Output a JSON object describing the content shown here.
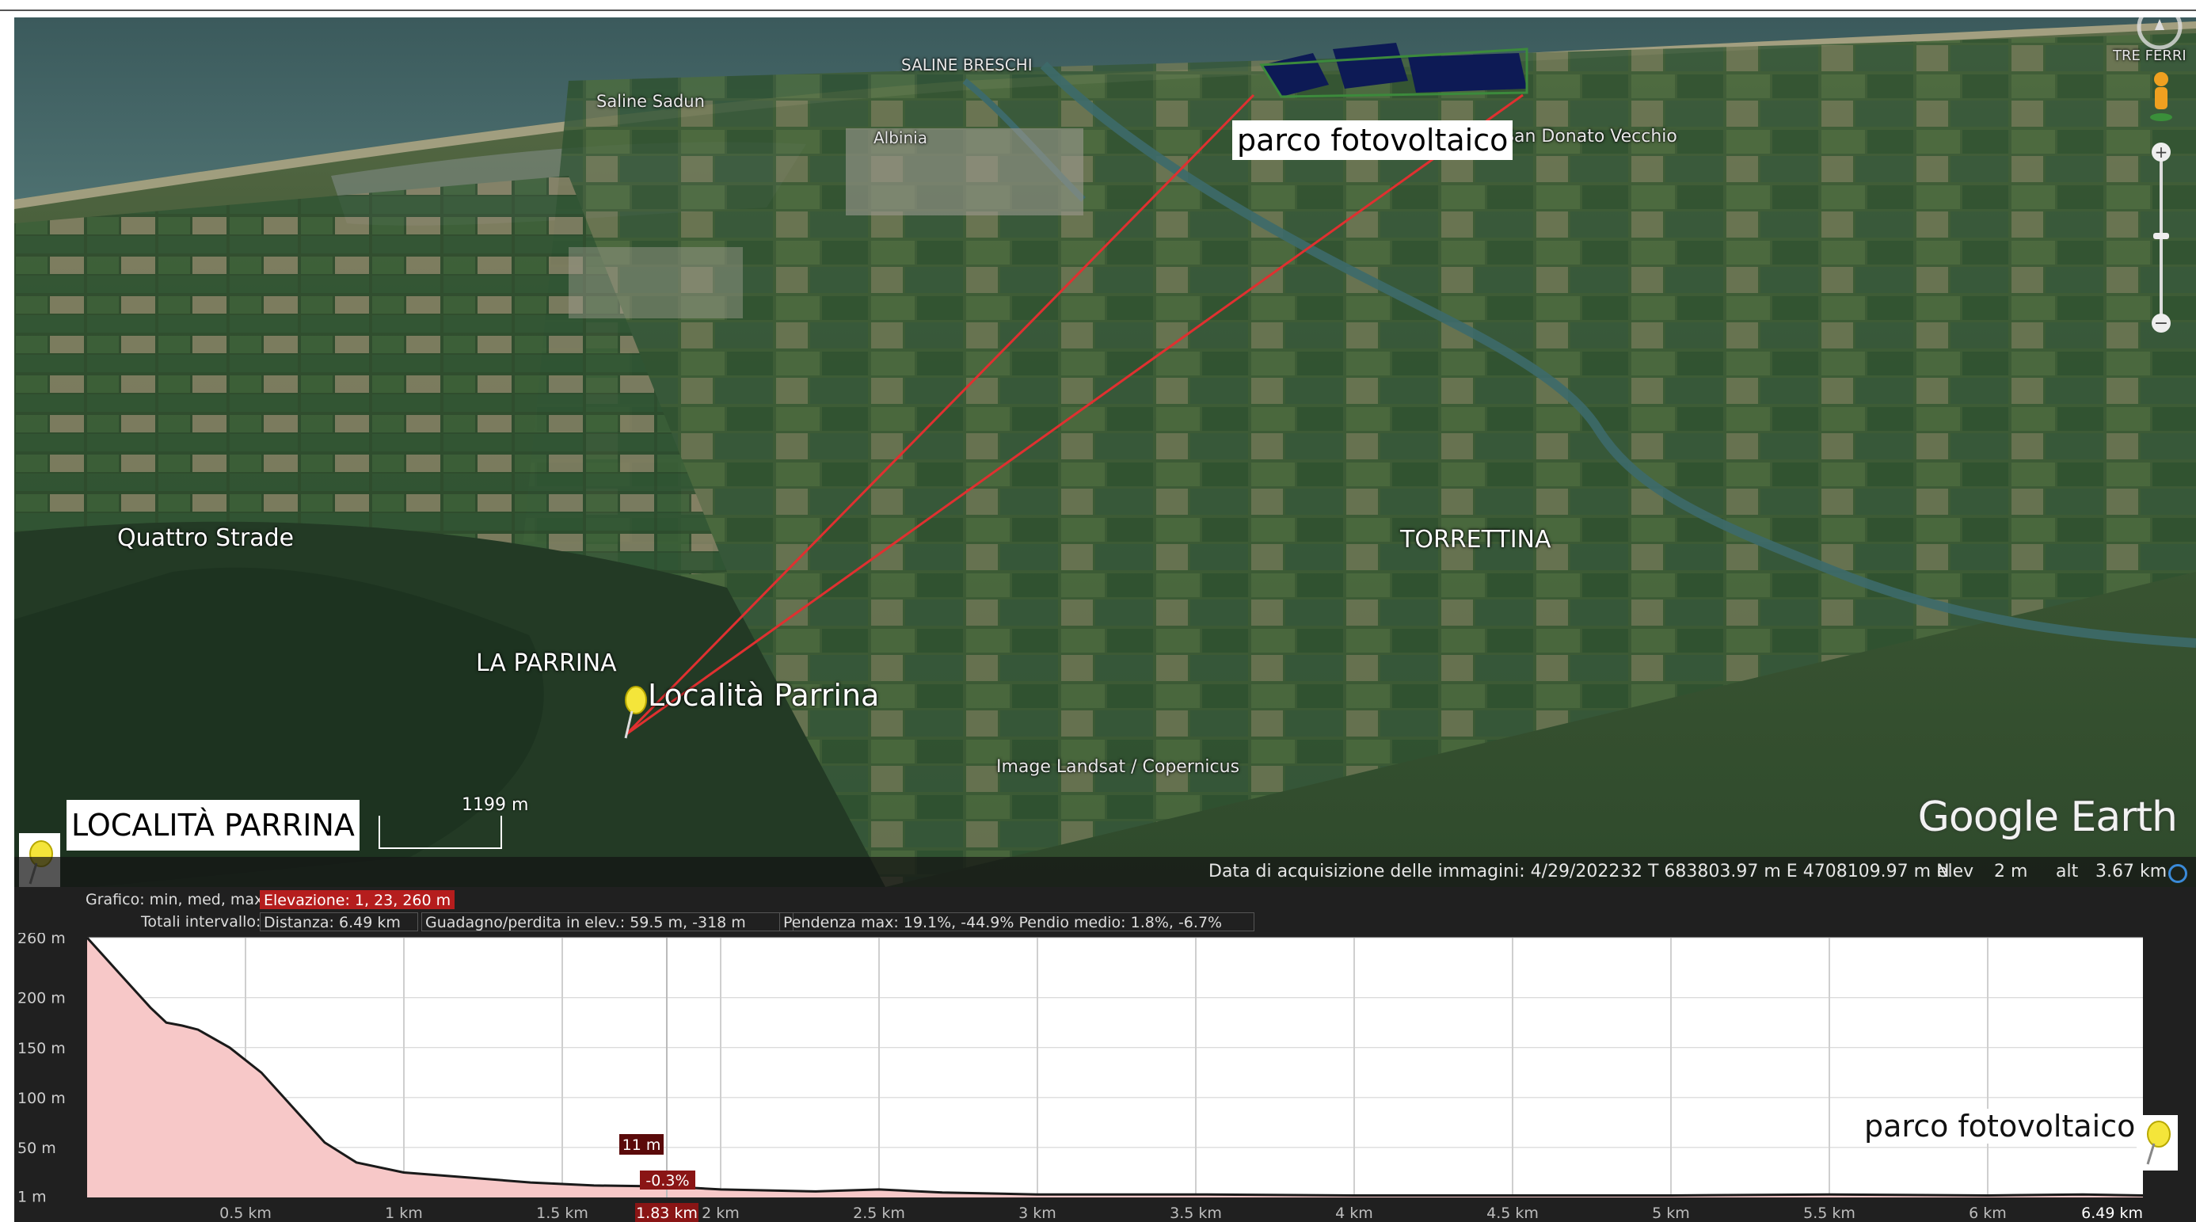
{
  "map": {
    "labels": {
      "saline_breschi": "SALINE BRESCHI",
      "saline_sadun": "Saline Sadun",
      "albinia": "Albinia",
      "san_donato": "San Donato Vecchio",
      "quattro_strade": "Quattro Strade",
      "torrettina": "TORRETTINA",
      "la_parrina": "LA PARRINA",
      "localita_parrina": "Località Parrina",
      "image_credit": "Image Landsat / Copernicus",
      "tre_ferri": "TRE FERRI",
      "parco_top": "parco fotovoltaico",
      "localita_box": "LOCALITÀ PARRINA",
      "scale": "1199 m",
      "google_earth": "Google Earth"
    },
    "status": {
      "acquisition": "Data di acquisizione delle immagini: 4/29/2022",
      "coords": "32 T 683803.97 m E 4708109.97 m N",
      "elev_label": "elev",
      "elev_value": "2 m",
      "alt_label": "alt",
      "alt_value": "3.67 km"
    },
    "colors": {
      "path": "#e03030",
      "panels": "#0d1a55"
    }
  },
  "profile": {
    "row1_label": "Grafico: min, med, max:",
    "row1_chip": "Elevazione: 1, 23, 260 m",
    "row2_label": "Totali intervallo:",
    "distance": "Distanza: 6.49 km",
    "gain_loss": "Guadagno/perdita in elev.: 59.5 m, -318 m",
    "slope": "Pendenza max: 19.1%, -44.9% Pendio medio: 1.8%, -6.7%",
    "end_label": "parco fotovoltaico",
    "marker_elev": "11 m",
    "marker_slope": "-0.3%",
    "marker_dist": "1.83 km"
  },
  "chart_data": {
    "type": "area",
    "title": "",
    "xlabel": "",
    "ylabel": "",
    "xlim": [
      0,
      6.49
    ],
    "ylim": [
      0,
      260
    ],
    "y_ticks": [
      "260 m",
      "200 m",
      "150 m",
      "100 m",
      "50 m",
      "1 m"
    ],
    "y_tick_values": [
      260,
      200,
      150,
      100,
      50,
      1
    ],
    "x_ticks": [
      "0.5 km",
      "1 km",
      "1.5 km",
      "2 km",
      "2.5 km",
      "3 km",
      "3.5 km",
      "4 km",
      "4.5 km",
      "5 km",
      "5.5 km",
      "6 km",
      "6.49 km"
    ],
    "x_tick_values": [
      0.5,
      1,
      1.5,
      2,
      2.5,
      3,
      3.5,
      4,
      4.5,
      5,
      5.5,
      6,
      6.49
    ],
    "series": [
      {
        "x": [
          0,
          0.1,
          0.2,
          0.25,
          0.3,
          0.35,
          0.45,
          0.55,
          0.65,
          0.75,
          0.85,
          1.0,
          1.2,
          1.4,
          1.6,
          1.83,
          2.0,
          2.3,
          2.5,
          2.7,
          3.0,
          3.5,
          4.0,
          4.5,
          5.0,
          5.5,
          6.0,
          6.3,
          6.49
        ],
        "y": [
          260,
          225,
          190,
          175,
          172,
          168,
          150,
          125,
          90,
          55,
          35,
          25,
          20,
          15,
          12,
          11,
          8,
          6,
          8,
          5,
          3,
          3,
          2,
          2,
          2,
          3,
          2,
          3,
          2
        ]
      }
    ],
    "fill_color": "#f7c8c8",
    "line_color": "#1a1a1a",
    "grid": true,
    "cursor_x": 1.83
  }
}
